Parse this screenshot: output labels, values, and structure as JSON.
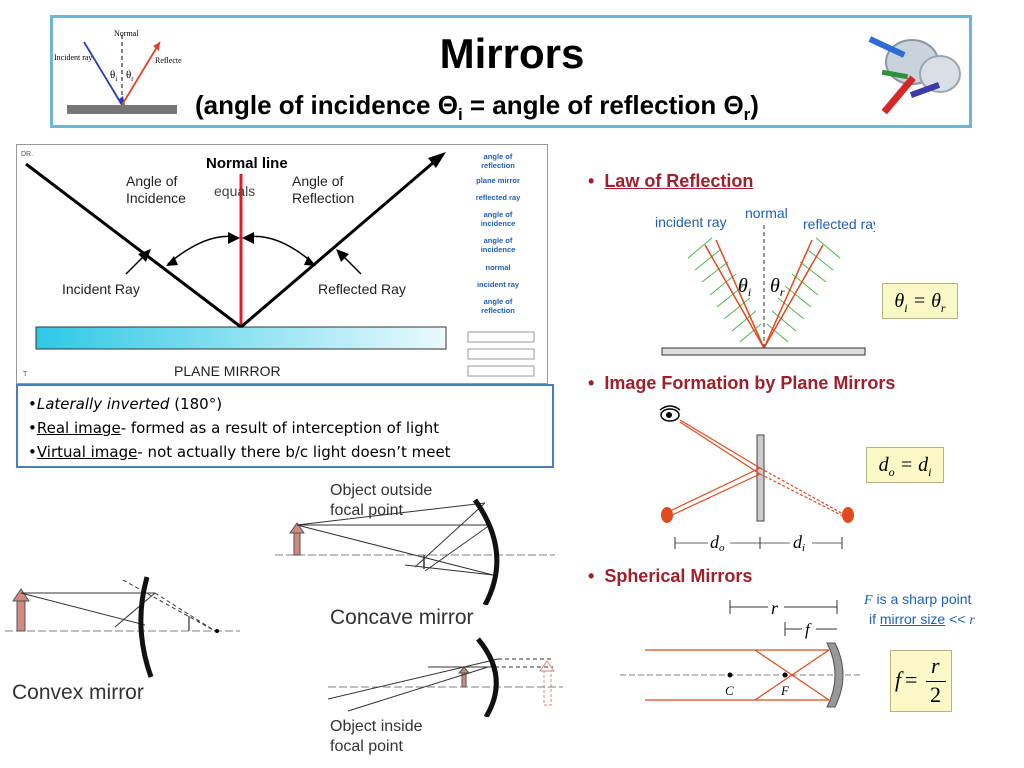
{
  "header": {
    "title": "Mirrors",
    "subtitle_prefix": "(angle of incidence Θ",
    "subtitle_sub_i": "i",
    "subtitle_middle": " = angle of reflection Θ",
    "subtitle_sub_r": "r",
    "subtitle_suffix": ")",
    "mini": {
      "normal": "Normal",
      "incident": "Incident ray",
      "reflected": "Reflected ray",
      "theta": "θ",
      "sub_i": "i",
      "sub_r": "r"
    }
  },
  "plane_diagram": {
    "corner_tl": "DR.",
    "corner_bl": "T",
    "normal_line": "Normal line",
    "angle_of_incidence": [
      "Angle of",
      "Incidence"
    ],
    "equals": "equals",
    "angle_of_reflection": [
      "Angle of",
      "Reflection"
    ],
    "incident_ray": "Incident Ray",
    "reflected_ray": "Reflected Ray",
    "plane_mirror": "PLANE MIRROR",
    "word_bank": [
      [
        "angle of",
        "reflection"
      ],
      [
        "plane mirror"
      ],
      [
        "reflected ray"
      ],
      [
        "angle of",
        "incidence"
      ],
      [
        "angle of",
        "incidence"
      ],
      [
        "normal"
      ],
      [
        "incident ray"
      ],
      [
        "angle of",
        "reflection"
      ]
    ]
  },
  "bullets": {
    "b1_italic": "Laterally inverted",
    "b1_rest": " (180°)",
    "b2_u": "Real image",
    "b2_rest": "- formed as a result of interception of light",
    "b3_u": "Virtual image",
    "b3_rest": "- not actually there b/c light doesn’t meet"
  },
  "law": {
    "heading": "Law of Reflection",
    "incident": "incident ray",
    "normal": "normal",
    "reflected": "reflected ray",
    "theta": "θ",
    "sub_i": "i",
    "sub_r": "r",
    "equation": {
      "lhs": "θ",
      "lsub": "i",
      "eq": " = ",
      "rhs": "θ",
      "rsub": "r"
    }
  },
  "image_formation": {
    "heading": "Image Formation by Plane Mirrors",
    "d": "d",
    "sub_o": "o",
    "sub_i": "i",
    "equation": {
      "lhs": "d",
      "lsub": "o",
      "eq": " = ",
      "rhs": "d",
      "rsub": "i"
    }
  },
  "spherical": {
    "heading": "Spherical Mirrors",
    "r": "r",
    "f": "f",
    "C": "C",
    "F": "F",
    "note_line1_F": "F",
    "note_line1_rest": " is a sharp point",
    "note_line2_if": "if ",
    "note_line2_u": "mirror size",
    "note_line2_rest": " << ",
    "note_line2_r": "r",
    "equation": {
      "lhs": "f",
      "eq": " = ",
      "num": "r",
      "den": "2"
    }
  },
  "curved": {
    "outside": [
      "Object outside",
      "focal point"
    ],
    "concave": "Concave mirror",
    "convex": "Convex mirror",
    "inside": [
      "Object inside",
      "focal point"
    ]
  },
  "colors": {
    "header_border": "#6fb6d4",
    "section_red": "#a0202a",
    "ray_red": "#e04a20",
    "blue_label": "#1f5fb3",
    "normal_red": "#e02020"
  }
}
